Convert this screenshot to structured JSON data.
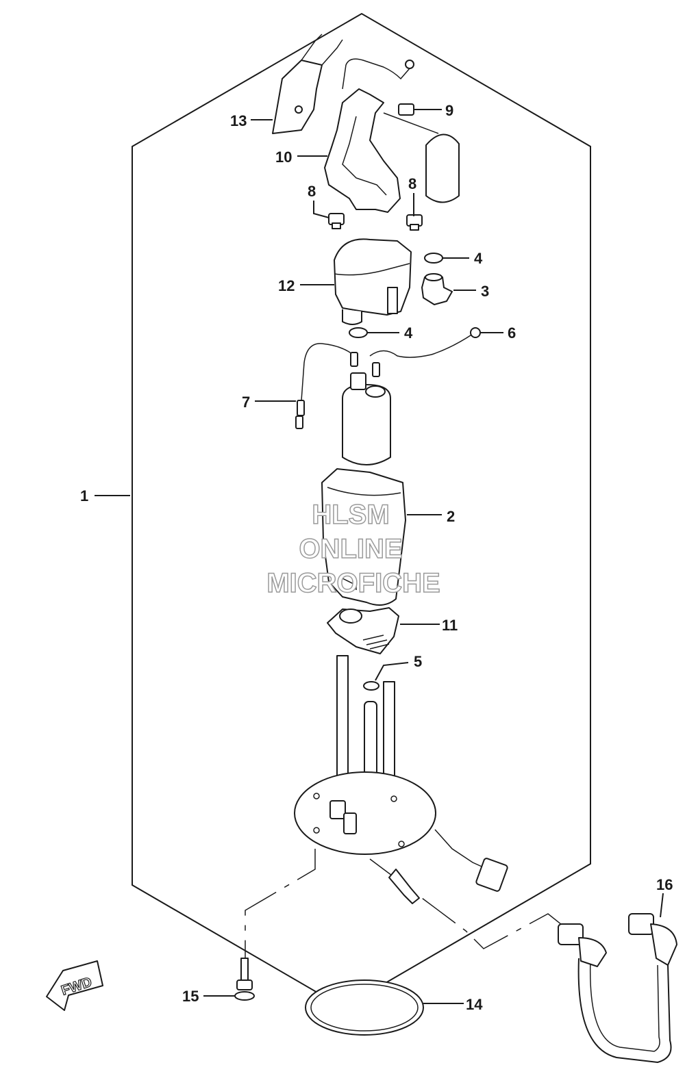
{
  "callouts": [
    "1",
    "2",
    "3",
    "4",
    "4",
    "5",
    "6",
    "7",
    "8",
    "8",
    "9",
    "10",
    "11",
    "12",
    "13",
    "14",
    "15",
    "16"
  ],
  "watermark": {
    "line1": "HLSM",
    "line2": "ONLINE",
    "line3": "MICROFICHE"
  },
  "fwd": {
    "label": "FWD"
  }
}
